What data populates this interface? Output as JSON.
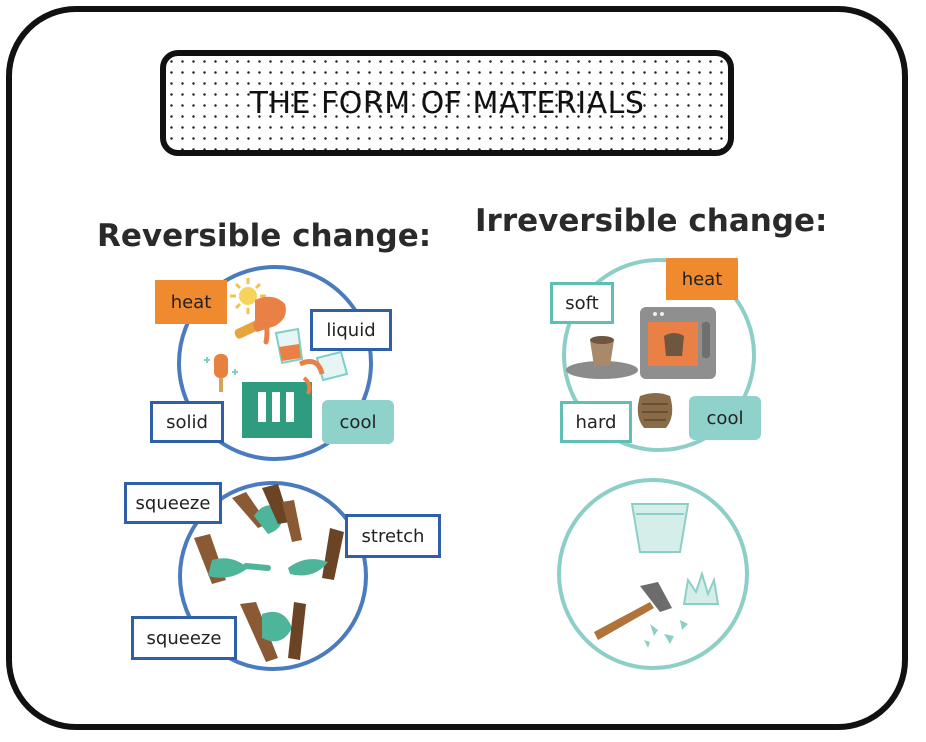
{
  "title": "THE FORM OF MATERIALS",
  "reversible": {
    "heading": "Reversible change:",
    "melt_labels": {
      "heat": "heat",
      "liquid": "liquid",
      "solid": "solid",
      "cool": "cool"
    },
    "shape_labels": {
      "squeeze_top": "squeeze",
      "stretch": "stretch",
      "squeeze_bottom": "squeeze"
    }
  },
  "irreversible": {
    "heading": "Irreversible change:",
    "clay_labels": {
      "soft": "soft",
      "heat": "heat",
      "hard": "hard",
      "cool": "cool"
    }
  },
  "colors": {
    "border": "#111111",
    "label_border": "#2f5fa8",
    "label_border_teal": "#5fbfb5",
    "heat": "#ef8a2e",
    "cool": "#8fd1cb",
    "circle_blue": "#4a7bbf",
    "circle_teal": "#8ccfc6"
  },
  "icons": [
    "sun-icon",
    "ice-lolly-icon",
    "glass-icon",
    "ice-tray-icon",
    "pottery-wheel-icon",
    "kiln-icon",
    "clay-pot-icon",
    "hands-icon",
    "glass-tumbler-icon",
    "hammer-icon",
    "broken-glass-icon"
  ]
}
